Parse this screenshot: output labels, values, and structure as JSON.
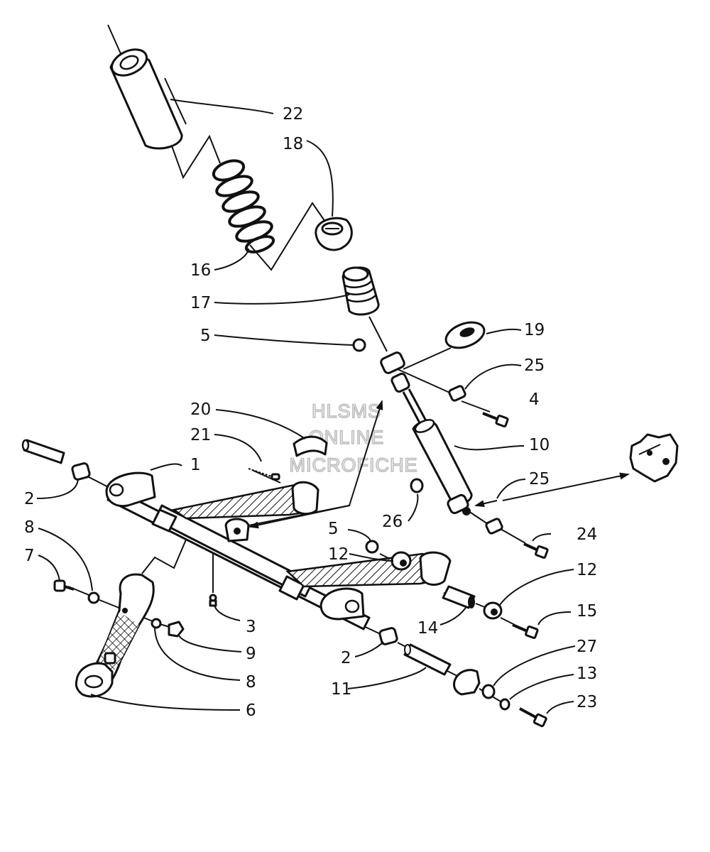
{
  "watermark": [
    "HLSMS",
    "ONLINE",
    "MICROFICHE"
  ],
  "callouts": [
    {
      "num": "22",
      "part": "spring-cover"
    },
    {
      "num": "18",
      "part": "spring-retainer"
    },
    {
      "num": "16",
      "part": "coil-spring"
    },
    {
      "num": "17",
      "part": "bump-stop"
    },
    {
      "num": "5",
      "part": "nut-upper"
    },
    {
      "num": "19",
      "part": "bushing"
    },
    {
      "num": "25",
      "part": "spacer-upper"
    },
    {
      "num": "4",
      "part": "bolt-upper"
    },
    {
      "num": "20",
      "part": "bracket"
    },
    {
      "num": "21",
      "part": "pin"
    },
    {
      "num": "1",
      "part": "front-arm"
    },
    {
      "num": "10",
      "part": "shock-absorber"
    },
    {
      "num": "2",
      "part": "bushing-left"
    },
    {
      "num": "25",
      "part": "spacer-lower"
    },
    {
      "num": "26",
      "part": "nut-lower"
    },
    {
      "num": "8",
      "part": "washer-left"
    },
    {
      "num": "5",
      "part": "nut-middle"
    },
    {
      "num": "24",
      "part": "bolt-lower"
    },
    {
      "num": "7",
      "part": "bolt-small"
    },
    {
      "num": "12",
      "part": "spacer-middle"
    },
    {
      "num": "12",
      "part": "spacer-right"
    },
    {
      "num": "3",
      "part": "grease-fitting"
    },
    {
      "num": "15",
      "part": "bolt-right"
    },
    {
      "num": "14",
      "part": "sleeve"
    },
    {
      "num": "9",
      "part": "nut-arm"
    },
    {
      "num": "2",
      "part": "bushing-right"
    },
    {
      "num": "27",
      "part": "washer-flat"
    },
    {
      "num": "8",
      "part": "washer-arm"
    },
    {
      "num": "11",
      "part": "shaft"
    },
    {
      "num": "13",
      "part": "lock-washer"
    },
    {
      "num": "6",
      "part": "rear-arm"
    },
    {
      "num": "23",
      "part": "cap-screw"
    }
  ]
}
